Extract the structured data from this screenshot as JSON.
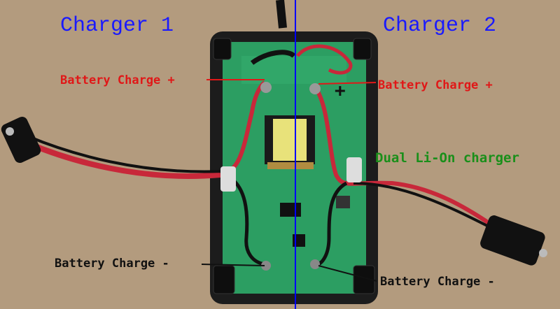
{
  "labels": {
    "charger1": "Charger 1",
    "charger2": "Charger 2",
    "plus_left": "Battery Charge +",
    "plus_right": "Battery Charge +",
    "minus_left": "Battery Charge -",
    "minus_right": "Battery Charge -",
    "dual": "Dual Li-On charger"
  },
  "colors": {
    "divider": "#0000ff",
    "title": "#1a1aff",
    "positive_label": "#e01818",
    "negative_label": "#111111",
    "caption": "#1a8f1a"
  }
}
